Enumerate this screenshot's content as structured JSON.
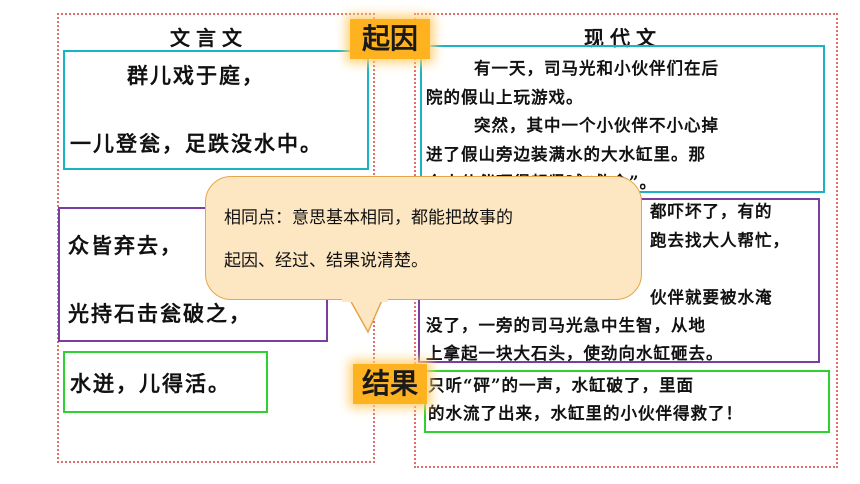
{
  "headers": {
    "classical": "文言文",
    "modern": "现代文"
  },
  "tags": {
    "cause": "起因",
    "result": "结果"
  },
  "classical_lines": {
    "line1": "群儿戏于庭，",
    "line2": "一儿登瓮，足跌没水中。",
    "line3": "众皆弃去，",
    "line4": "光持石击瓮破之，",
    "line5": "水迸，儿得活。"
  },
  "modern_lines": {
    "p1a": "有一天，司马光和小伙伴们在后",
    "p1b": "院的假山上玩游戏。",
    "p2a": "突然，其中一个小伙伴不小心掉",
    "p2b": "进了假山旁边装满水的大水缸里。那",
    "p2c": "个小伙伴吓得赶紧喊“救命”。",
    "p3a": "都吓坏了，有的",
    "p3b": "跑去找大人帮忙，",
    "p4a": "伙伴就要被水淹",
    "p4b": "没了，一旁的司马光急中生智，从地",
    "p4c": "上拿起一块大石头，使劲向水缸砸去。",
    "p5a": "只听“砰”的一声，水缸破了，里面",
    "p5b": "的水流了出来，水缸里的小伙伴得救了！"
  },
  "callout": {
    "line1": "相同点：意思基本相同，都能把故事的",
    "line2": "起因、经过、结果说清楚。"
  },
  "colors": {
    "dotted_border": "#e06c6c",
    "cause_box": "#19b3c4",
    "process_box": "#7a3ea0",
    "result_box": "#2fd02f",
    "tag_bg": "#ffb21f",
    "bubble_bg": "#fde7c2"
  }
}
